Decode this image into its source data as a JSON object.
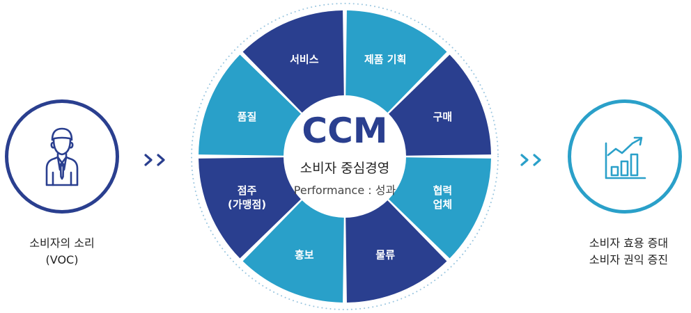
{
  "colors": {
    "navy": "#2a3f8f",
    "teal": "#29a0c9",
    "dotted": "#9cc7e0"
  },
  "input": {
    "icon": "businessman-icon",
    "caption_line1": "소비자의 소리",
    "caption_line2": "(VOC)"
  },
  "output": {
    "icon": "growth-chart-icon",
    "caption_line1": "소비자 효용 증대",
    "caption_line2": "소비자 권익 증진"
  },
  "center": {
    "title": "CCM",
    "subtitle": "소비자 중심경영",
    "tagline": "Performance : 성과"
  },
  "segments": [
    {
      "line1": "서비스",
      "line2": "",
      "color": "navy"
    },
    {
      "line1": "제품 기획",
      "line2": "",
      "color": "teal"
    },
    {
      "line1": "구매",
      "line2": "",
      "color": "navy"
    },
    {
      "line1": "협력",
      "line2": "업체",
      "color": "teal"
    },
    {
      "line1": "물류",
      "line2": "",
      "color": "navy"
    },
    {
      "line1": "홍보",
      "line2": "",
      "color": "teal"
    },
    {
      "line1": "점주",
      "line2": "(가맹점)",
      "color": "navy"
    },
    {
      "line1": "품질",
      "line2": "",
      "color": "teal"
    }
  ]
}
